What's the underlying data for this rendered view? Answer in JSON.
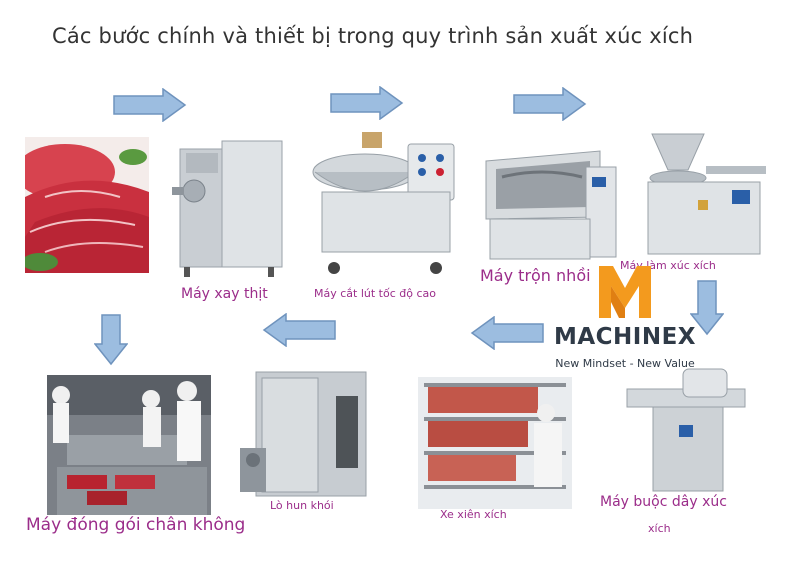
{
  "title": "Các bước chính và thiết bị trong quy trình sản xuất xúc xích",
  "steps": [
    {
      "label": "Máy xay thịt"
    },
    {
      "label": "Máy cắt lút tốc độ cao"
    },
    {
      "label": "Máy trộn nhồi"
    },
    {
      "label": "Máy làm xúc xích"
    },
    {
      "label": "Máy buộc dây xúc"
    },
    {
      "label": "xích"
    },
    {
      "label": "Xe xiên xích"
    },
    {
      "label": "Lò hun khói"
    },
    {
      "label": "Máy đóng gói chân không"
    }
  ],
  "logo": {
    "name": "MACHINEX",
    "tagline": "New Mindset - New Value",
    "colors": {
      "orange": "#f39a1e",
      "dark": "#2f3a47"
    }
  },
  "colors": {
    "arrow_fill": "#9cbde0",
    "arrow_stroke": "#6f93bd",
    "label": "#9b2d8a"
  }
}
